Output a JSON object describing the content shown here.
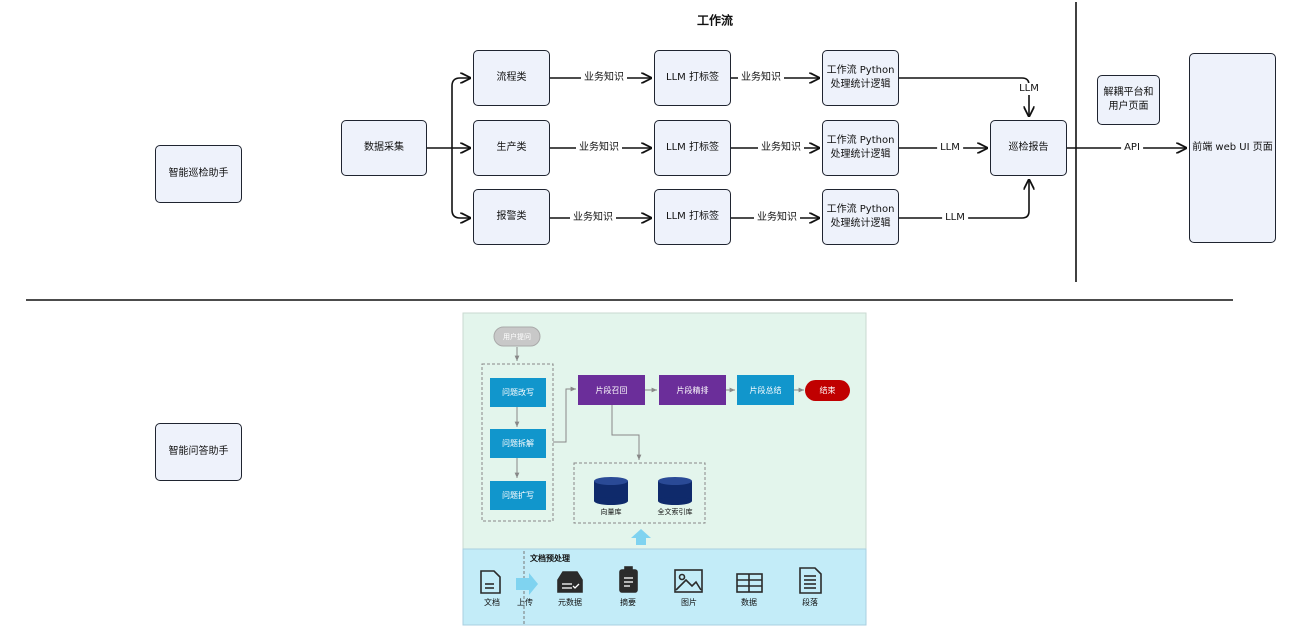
{
  "workflow": {
    "title": "工作流",
    "assistant": "智能巡检助手",
    "collect": "数据采集",
    "categories": [
      "流程类",
      "生产类",
      "报警类"
    ],
    "knowledge": "业务知识",
    "llm_tag": "LLM 打标签",
    "python_logic": "工作流 Python\n处理统计逻辑",
    "llm": "LLM",
    "report": "巡检报告",
    "decouple": "解耦平台和\n用户页面",
    "api": "API",
    "frontend": "前端 web UI 页面"
  },
  "qa": {
    "assistant": "智能问答助手",
    "user_question": "用户提问",
    "rewrite": "问题改写",
    "split": "问题拆解",
    "expand": "问题扩写",
    "recall": "片段召回",
    "rerank": "片段精排",
    "summary": "片段总结",
    "end": "结束",
    "vector_db": "向量库",
    "fulltext_db": "全文索引库",
    "preprocess_title": "文档预处理",
    "doc": "文档",
    "upload": "上传",
    "items": [
      "元数据",
      "摘要",
      "图片",
      "数据",
      "段落"
    ]
  },
  "colors": {
    "box_fill": "#eef2fb",
    "box_border": "#1f2430",
    "qa_bg": "#e3f5ec",
    "preprocess_bg": "#c3ecf8",
    "step_blue": "#1196cc",
    "step_purple": "#6b2e9a",
    "end_red": "#c00000",
    "db_navy": "#0f2a6b"
  }
}
